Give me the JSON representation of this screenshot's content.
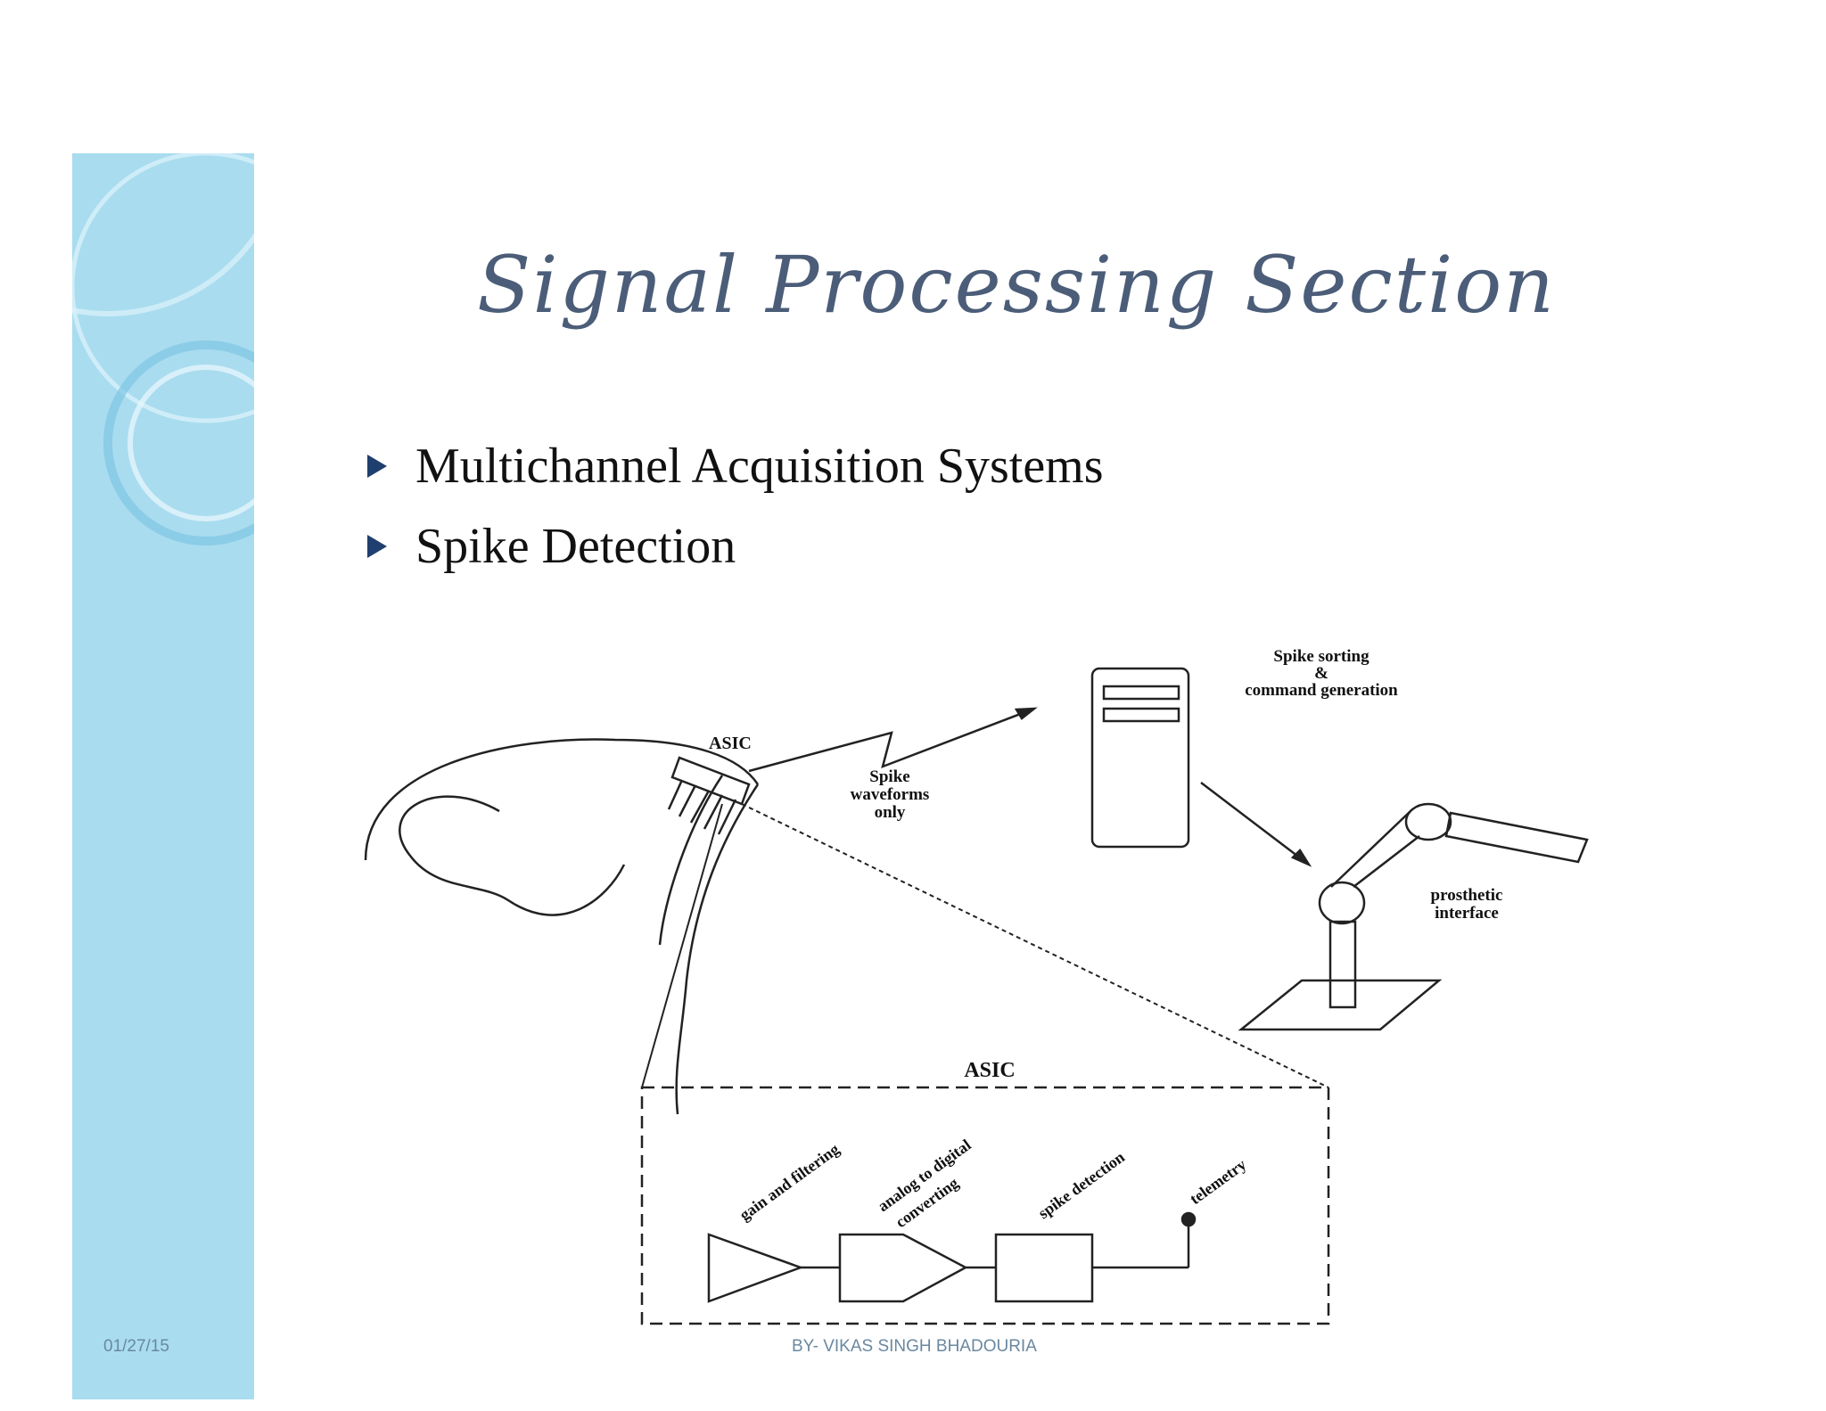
{
  "slide": {
    "title": "Signal Processing Section",
    "bullets": [
      {
        "text": "Multichannel Acquisition Systems",
        "icon": "triangle-bullet-icon"
      },
      {
        "text": "Spike Detection",
        "icon": "triangle-bullet-icon"
      }
    ]
  },
  "diagram": {
    "asic_top_label": "ASIC",
    "spike_waveforms_line1": "Spike",
    "spike_waveforms_line2": "waveforms",
    "spike_waveforms_line3": "only",
    "spike_sorting_line1": "Spike sorting",
    "spike_sorting_line2": "&",
    "spike_sorting_line3": "command generation",
    "prosthetic_line1": "prosthetic",
    "prosthetic_line2": "interface",
    "asic_box_label": "ASIC",
    "stage_gain": "gain and filtering",
    "stage_adc_line1": "analog to digital",
    "stage_adc_line2": "converting",
    "stage_spike": "spike detection",
    "stage_telemetry": "telemetry"
  },
  "footer": {
    "date": "01/27/15",
    "author": "BY- VIKAS SINGH BHADOURIA"
  },
  "colors": {
    "sidebar": "#a9dcef",
    "title": "#4b5d78",
    "bullet": "#1f3f6e",
    "footer": "#6a88a0"
  }
}
